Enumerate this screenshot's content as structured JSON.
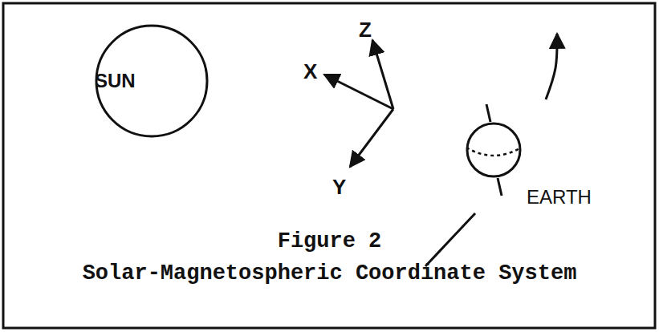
{
  "diagram": {
    "caption": "Figure 2 Solar-Magnetospheric Coordinate System",
    "nodes": [
      {
        "text": [
          "SUN"
        ]
      },
      {
        "text": [
          "EARTH"
        ]
      }
    ],
    "labels": [
      "Z",
      "X",
      "Y"
    ]
  }
}
